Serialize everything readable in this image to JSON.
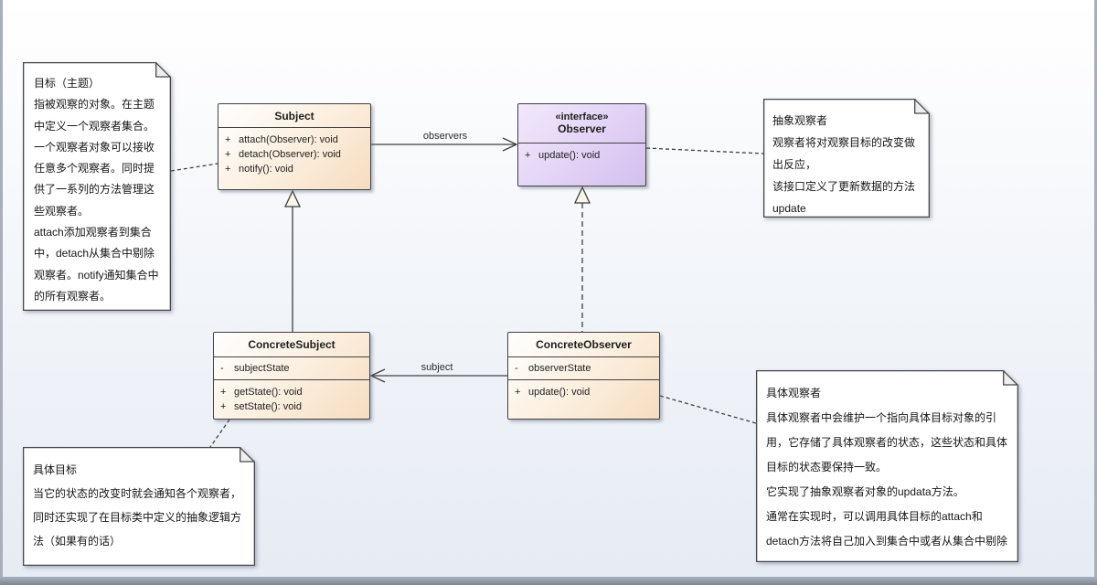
{
  "colors": {
    "class_gradient_start": "#ffffff",
    "class_gradient_end": "#f5dcc0",
    "interface_gradient_start": "#f1e9fb",
    "interface_gradient_end": "#d4bfee",
    "line_color": "#3f3f3f",
    "note_background": "#ffffff",
    "page_background_bottom": "#e6ebf4"
  },
  "classes": {
    "subject": {
      "name": "Subject",
      "methods": [
        {
          "vis": "+",
          "sig": "attach(Observer): void"
        },
        {
          "vis": "+",
          "sig": "detach(Observer): void"
        },
        {
          "vis": "+",
          "sig": "notify(): void"
        }
      ]
    },
    "observer": {
      "stereotype": "«interface»",
      "name": "Observer",
      "methods": [
        {
          "vis": "+",
          "sig": "update(): void"
        }
      ]
    },
    "concrete_subject": {
      "name": "ConcreteSubject",
      "attributes": [
        {
          "vis": "-",
          "sig": "subjectState"
        }
      ],
      "methods": [
        {
          "vis": "+",
          "sig": "getState(): void"
        },
        {
          "vis": "+",
          "sig": "setState(): void"
        }
      ]
    },
    "concrete_observer": {
      "name": "ConcreteObserver",
      "attributes": [
        {
          "vis": "-",
          "sig": "observerState"
        }
      ],
      "methods": [
        {
          "vis": "+",
          "sig": "update(): void"
        }
      ]
    }
  },
  "edges": {
    "observers_label": "observers",
    "subject_label": "subject"
  },
  "notes": {
    "target_note": {
      "text": "目标（主题）\n指被观察的对象。在主题\n中定义一个观察者集合。\n一个观察者对象可以接收\n任意多个观察者。同时提\n供了一系列的方法管理这\n些观察者。\nattach添加观察者到集合\n中，detach从集合中剔除\n观察者。notify通知集合中\n的所有观察者。"
    },
    "abstract_observer_note": {
      "text": "抽象观察者\n观察者将对观察目标的改变做\n出反应，\n该接口定义了更新数据的方法\nupdate"
    },
    "concrete_target_note": {
      "text": "具体目标\n当它的状态的改变时就会通知各个观察者，\n同时还实现了在目标类中定义的抽象逻辑方\n法（如果有的话）"
    },
    "concrete_observer_note": {
      "text": "具体观察者\n具体观察者中会维护一个指向具体目标对象的引\n用，它存储了具体观察者的状态，这些状态和具体\n目标的状态要保持一致。\n它实现了抽象观察者对象的updata方法。\n通常在实现时，可以调用具体目标的attach和\ndetach方法将自己加入到集合中或者从集合中剔除"
    }
  }
}
